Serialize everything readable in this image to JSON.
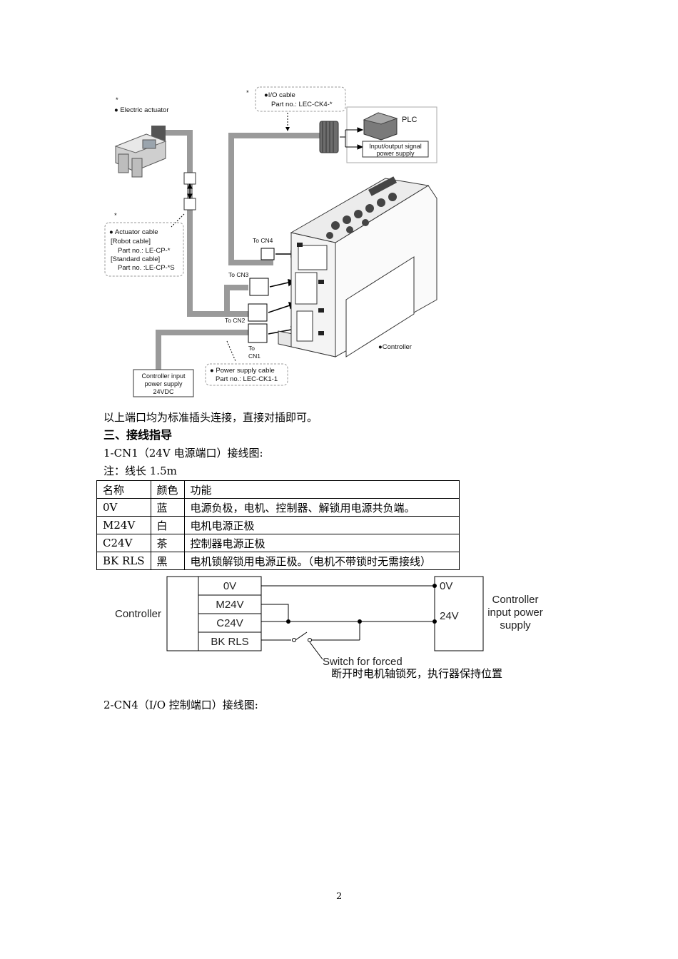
{
  "figure1": {
    "actuator_label": "● Electric actuator",
    "asterisks": [
      "*",
      "*",
      "*"
    ],
    "io_cable_title": "●I/O cable",
    "io_cable_part": "Part no.: LEC-CK4-*",
    "plc": "PLC",
    "io_signal_line1": "Input/output signal",
    "io_signal_line2": "power supply",
    "act_cable_lines": [
      "● Actuator cable",
      "[Robot cable]",
      "Part no.: LE-CP-*",
      "[Standard cable]",
      "Part no. :LE-CP-*S"
    ],
    "to_cn4": "To CN4",
    "to_cn3": "To CN3",
    "to_cn2": "To CN2",
    "to_cn1_line1": "To",
    "to_cn1_line2": "CN1",
    "controller_label": "●Controller",
    "ps_cable_title": "● Power supply cable",
    "ps_cable_part": "Part no.: LEC-CK1-1",
    "ctrl_input_lines": [
      "Controller input",
      "power supply",
      "24VDC"
    ]
  },
  "text": {
    "para1": "以上端口均为标准插头连接，直接对插即可。",
    "heading3": "三、接线指导",
    "cn1_title": "1-CN1（24V 电源端口）接线图:",
    "note": "注：线长 1.5m",
    "caption": "断开时电机轴锁死，执行器保持位置",
    "cn4_title": "2-CN4（I/O 控制端口）接线图:",
    "page_number": "2"
  },
  "table": {
    "headers": [
      "名称",
      "颜色",
      "功能"
    ],
    "rows": [
      [
        "0V",
        "蓝",
        "电源负极，电机、控制器、解锁用电源共负端。"
      ],
      [
        "M24V",
        "白",
        "电机电源正极"
      ],
      [
        "C24V",
        "茶",
        "控制器电源正极"
      ],
      [
        "BK RLS",
        "黑",
        "电机锁解锁用电源正极。（电机不带锁时无需接线）"
      ]
    ]
  },
  "wiring": {
    "controller": "Controller",
    "terminals": [
      "0V",
      "M24V",
      "C24V",
      "BK RLS"
    ],
    "supply_0v": "0V",
    "supply_24v": "24V",
    "supply_lines": [
      "Controller",
      "input power",
      "supply"
    ],
    "switch_label": "Switch   for   forced"
  }
}
